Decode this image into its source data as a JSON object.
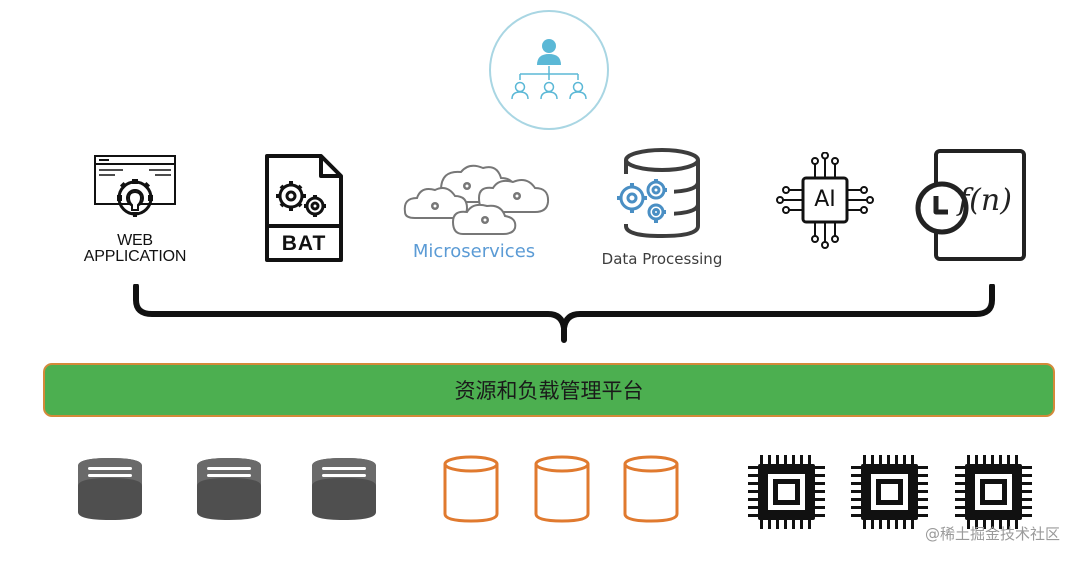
{
  "top": {
    "icon": "user-hierarchy-icon"
  },
  "workloads": {
    "web_application": {
      "label_line1": "WEB",
      "label_line2": "APPLICATION",
      "icon": "web-app-gear-bulb-icon"
    },
    "bat": {
      "label": "BAT",
      "icon": "batch-file-icon"
    },
    "microservices": {
      "label": "Microservices",
      "icon": "cloud-gears-icon"
    },
    "data_processing": {
      "label": "Data Processing",
      "icon": "database-gears-icon"
    },
    "ai": {
      "label": "AI",
      "icon": "ai-chip-icon"
    },
    "function": {
      "label": "f(n)",
      "icon": "function-clock-icon"
    }
  },
  "platform": {
    "label": "资源和负载管理平台"
  },
  "resources": {
    "servers": {
      "count": 3,
      "icon": "server-disk-icon"
    },
    "storage": {
      "count": 3,
      "icon": "storage-cylinder-icon"
    },
    "cpus": {
      "count": 3,
      "icon": "cpu-chip-icon"
    }
  },
  "watermark": "@稀土掘金技术社区",
  "colors": {
    "platform_fill": "#4caf50",
    "platform_border": "#d38a3a",
    "top_circle_stroke": "#a9d6e3",
    "top_icon": "#5bb8d6",
    "microservices_text": "#5b9bd5",
    "storage_orange": "#e07a2f",
    "server_gray": "#555555"
  }
}
